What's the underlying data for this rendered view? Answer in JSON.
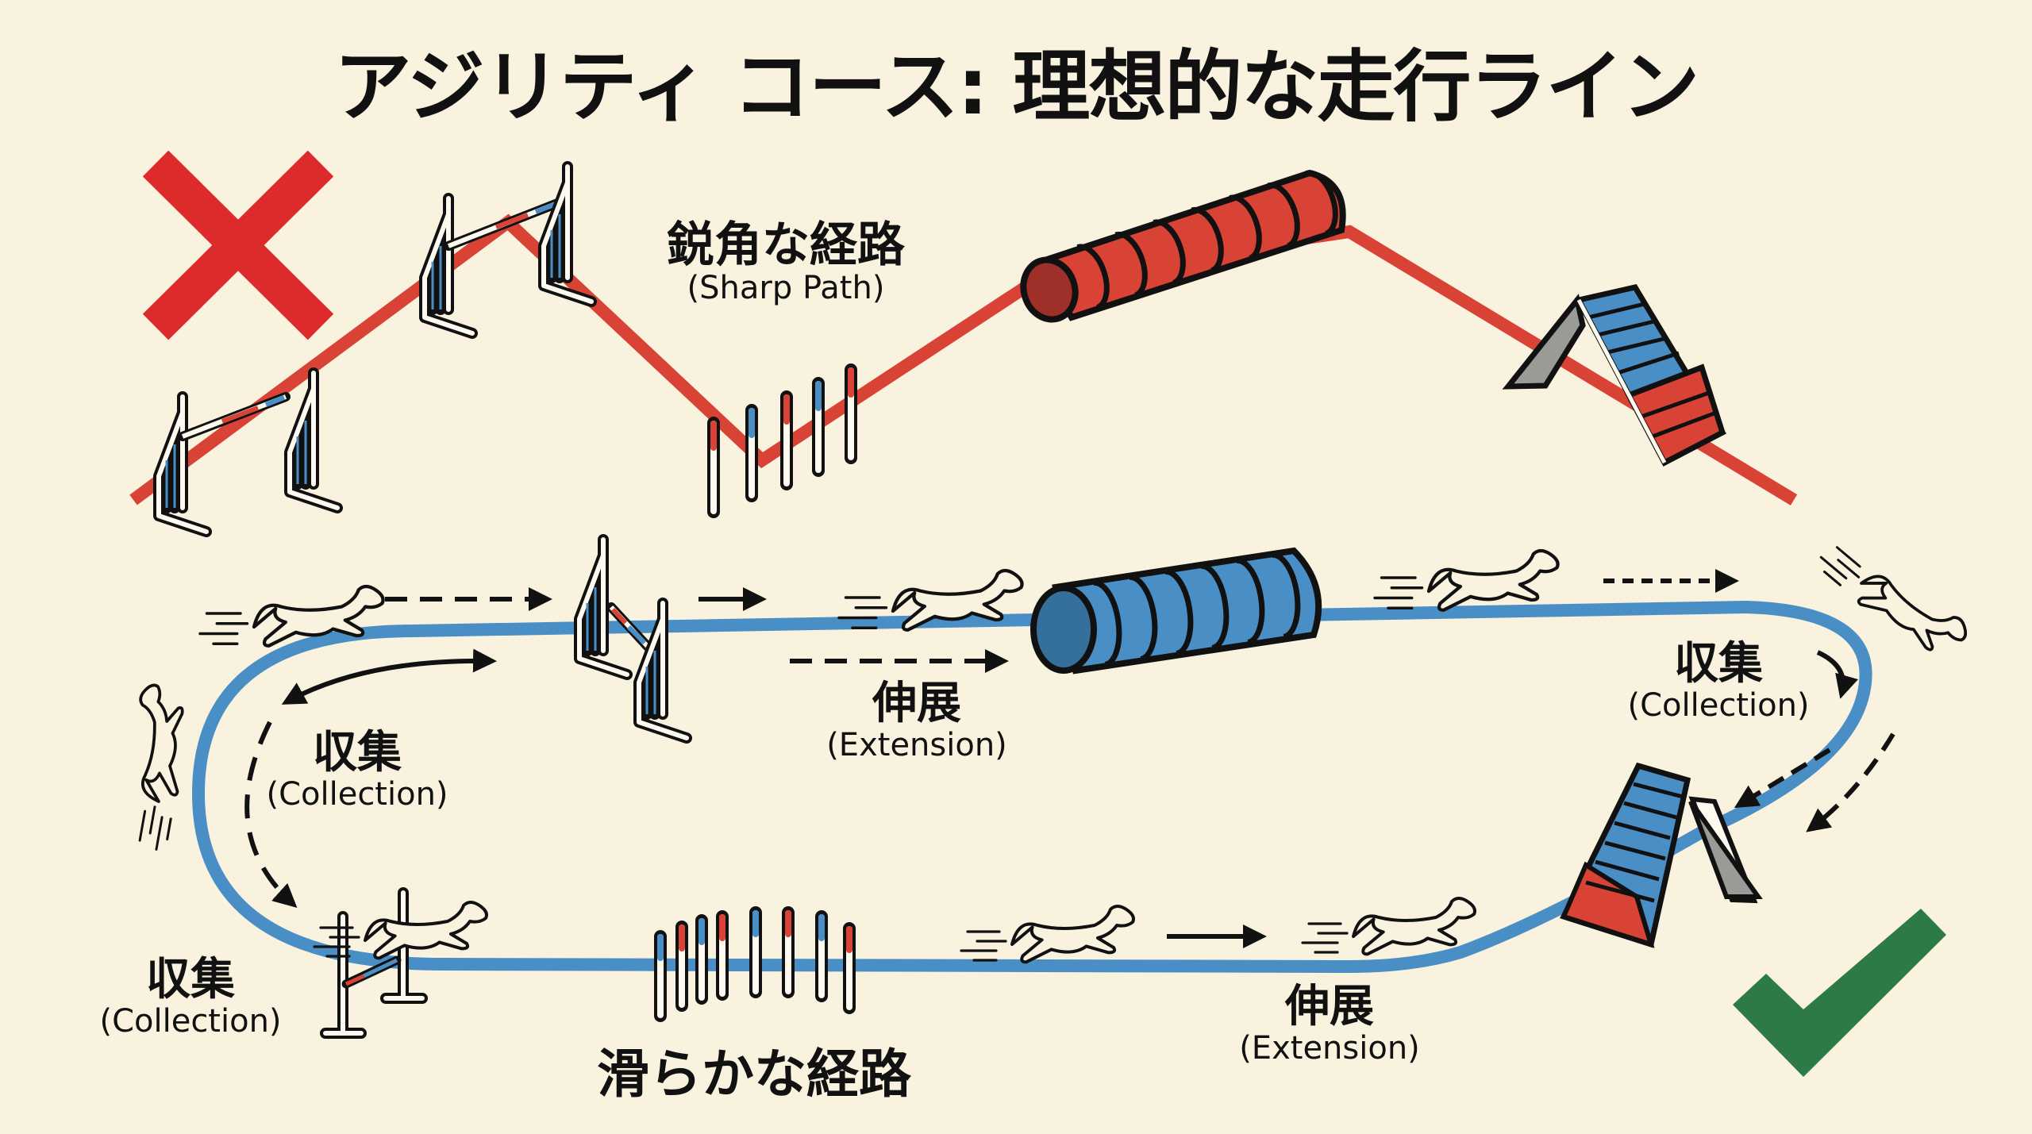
{
  "title": "アジリティ コース: 理想的な走行ライン",
  "colors": {
    "background": "#f8f2df",
    "sharp_path": "#d94336",
    "smooth_path": "#4a8ec6",
    "cross_mark": "#dd2a2a",
    "check_mark": "#2e7a46",
    "outline": "#111111",
    "aframe_side": "#9a9a96"
  },
  "sharp_section": {
    "status_icon": "cross-icon",
    "label_jp": "鋭角な経路",
    "label_en": "(Sharp Path)",
    "obstacles": [
      "jump",
      "jump",
      "weave-poles",
      "tunnel",
      "a-frame"
    ]
  },
  "smooth_section": {
    "status_icon": "check-icon",
    "label_jp": "滑らかな経路",
    "obstacles": [
      "jump",
      "tunnel",
      "a-frame",
      "weave-poles",
      "jump"
    ],
    "phase_labels": [
      {
        "id": "extension-top",
        "jp": "伸展",
        "en": "(Extension)"
      },
      {
        "id": "collection-right",
        "jp": "収集",
        "en": "(Collection)"
      },
      {
        "id": "collection-left",
        "jp": "収集",
        "en": "(Collection)"
      },
      {
        "id": "collection-bottom-left",
        "jp": "収集",
        "en": "(Collection)"
      },
      {
        "id": "extension-bottom",
        "jp": "伸展",
        "en": "(Extension)"
      }
    ]
  }
}
